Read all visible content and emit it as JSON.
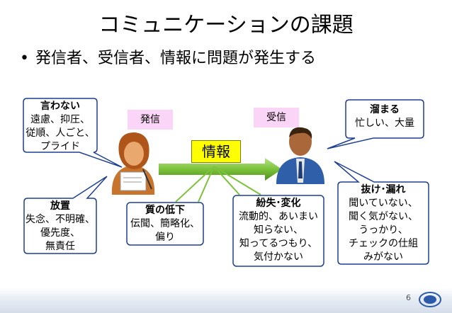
{
  "title": "コミュニケーションの課題",
  "bullet": "発信者、受信者、情報に問題が発生する",
  "labels": {
    "sender": "発信",
    "receiver": "受信",
    "info": "情報"
  },
  "callouts": {
    "iwanai": {
      "heading": "言わない",
      "lines": [
        "遠慮、抑圧、",
        "従順、人ごと、",
        "プライド"
      ]
    },
    "houchi": {
      "heading": "放置",
      "lines": [
        "失念、不明確、",
        "優先度、",
        "無責任"
      ]
    },
    "shitsu": {
      "heading": "質の低下",
      "lines": [
        "伝聞、簡略化、",
        "偏り"
      ]
    },
    "funshitsu": {
      "heading": "紛失･変化",
      "lines": [
        "流動的、あいまい",
        "知らない、",
        "知ってるつもり、",
        "気付かない"
      ]
    },
    "tamaru": {
      "heading": "溜まる",
      "lines": [
        "忙しい、大量"
      ]
    },
    "nuke": {
      "heading": "抜け･漏れ",
      "lines": [
        "聞いていない、",
        "聞く気がない、",
        "うっかり、",
        "チェックの仕組",
        "みがない"
      ]
    }
  },
  "page_number": "6",
  "colors": {
    "label_bg": "#fbd5f7",
    "info_bg": "#ffff00",
    "callout_stroke": "#1f3f8f",
    "arrow_green": "#7cc23a"
  }
}
